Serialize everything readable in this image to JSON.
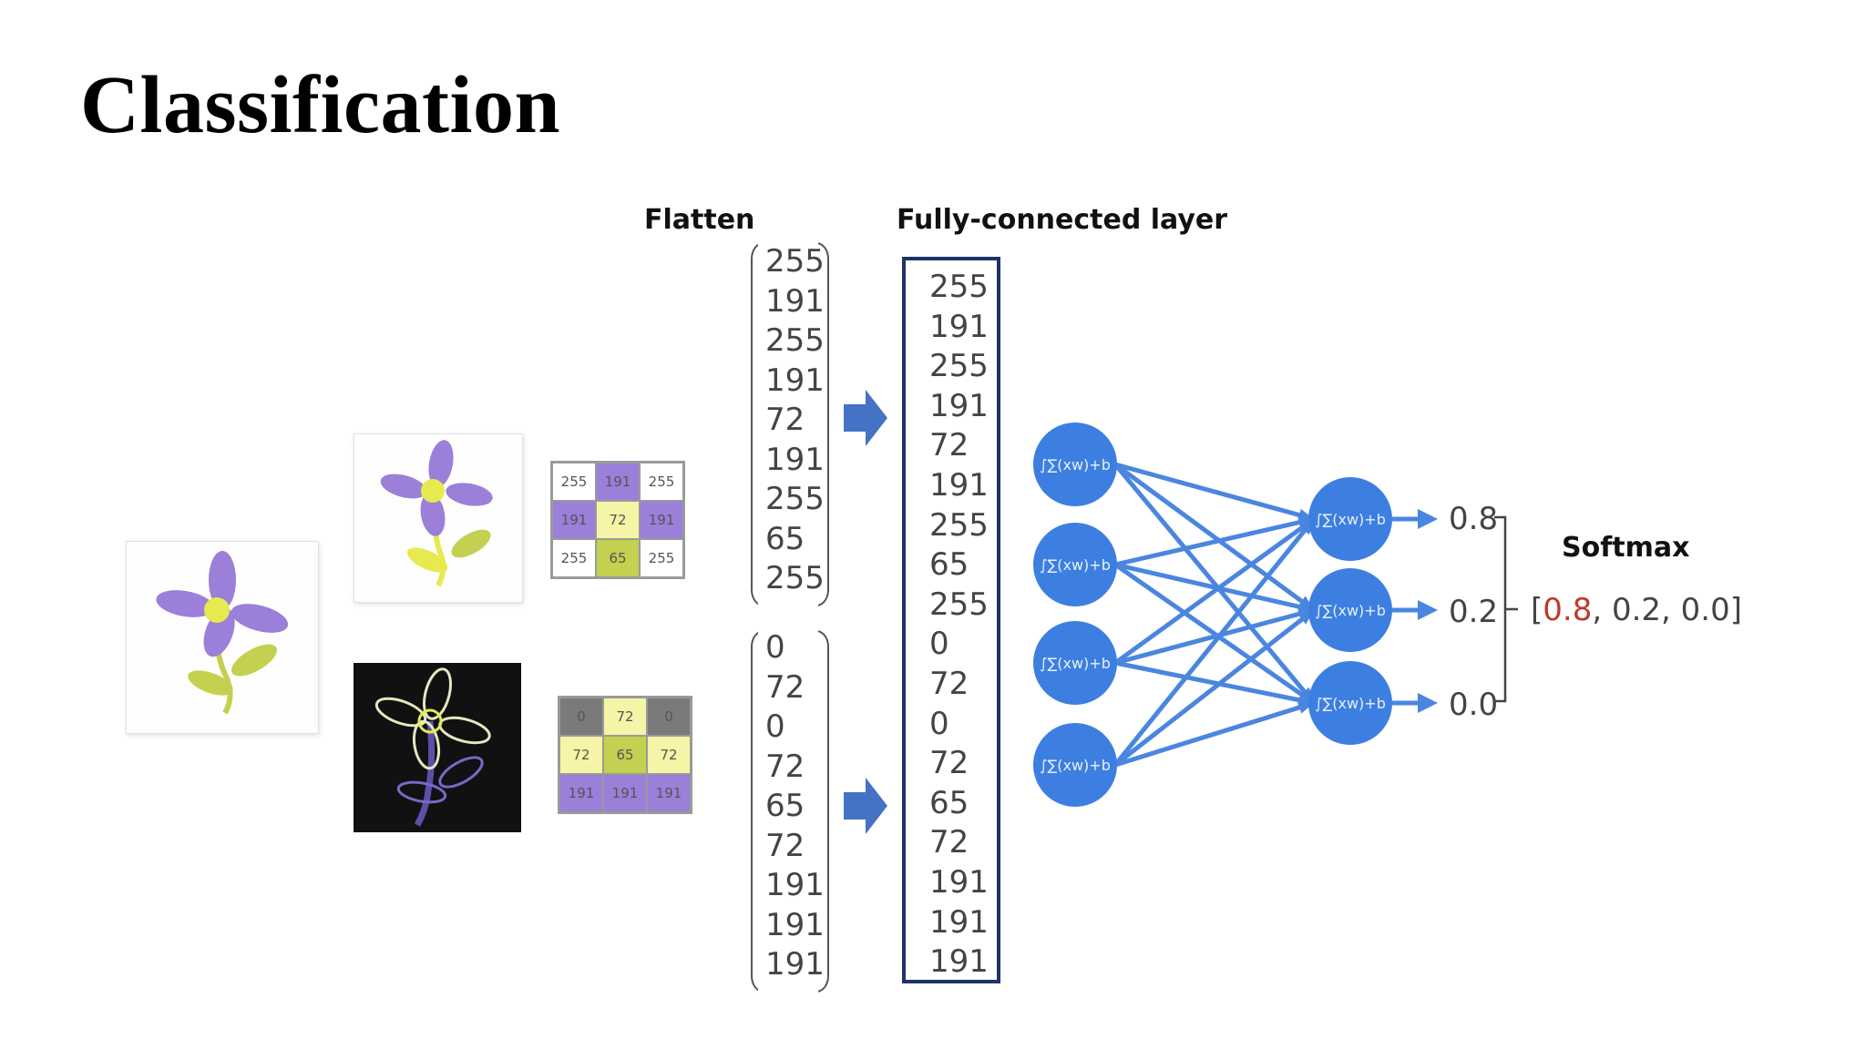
{
  "slide": {
    "title": "Classification"
  },
  "flatten": {
    "label": "Flatten"
  },
  "fc_layer": {
    "label": "Fully-connected layer"
  },
  "softmax": {
    "label": "Softmax",
    "open_bracket": "[",
    "values": [
      "0.8",
      "0.2",
      "0.0"
    ],
    "close_bracket": "]"
  },
  "matrix_top": {
    "cells": [
      "255",
      "191",
      "255",
      "191",
      "72",
      "191",
      "255",
      "65",
      "255"
    ],
    "colors": [
      "#ffffff",
      "#9b7fd8",
      "#ffffff",
      "#9b7fd8",
      "#f6f4a6",
      "#9b7fd8",
      "#ffffff",
      "#c4d04f",
      "#ffffff"
    ]
  },
  "matrix_bottom": {
    "cells": [
      "0",
      "72",
      "0",
      "72",
      "65",
      "72",
      "191",
      "191",
      "191"
    ],
    "colors": [
      "#7a7a7a",
      "#f6f4a6",
      "#7a7a7a",
      "#f6f4a6",
      "#c4d04f",
      "#f6f4a6",
      "#9b7fd8",
      "#9b7fd8",
      "#9b7fd8"
    ]
  },
  "vector_top": [
    "255",
    "191",
    "255",
    "191",
    "72",
    "191",
    "255",
    "65",
    "255"
  ],
  "vector_bottom": [
    "0",
    "72",
    "0",
    "72",
    "65",
    "72",
    "191",
    "191",
    "191"
  ],
  "fc_values": [
    "255",
    "191",
    "255",
    "191",
    "72",
    "191",
    "255",
    "65",
    "255",
    "0",
    "72",
    "0",
    "72",
    "65",
    "72",
    "191",
    "191",
    "191"
  ],
  "neuron_formula": "∫∑(xw)+b",
  "outputs": [
    "0.8",
    "0.2",
    "0.0"
  ],
  "colors": {
    "neuron": "#3d7fe0",
    "connection": "#4a86e0",
    "fc_border": "#1f3366",
    "highlight": "#c0392b",
    "petal": "#9b7fd8",
    "center": "#e6ea4e",
    "leaf": "#c4d04f"
  }
}
